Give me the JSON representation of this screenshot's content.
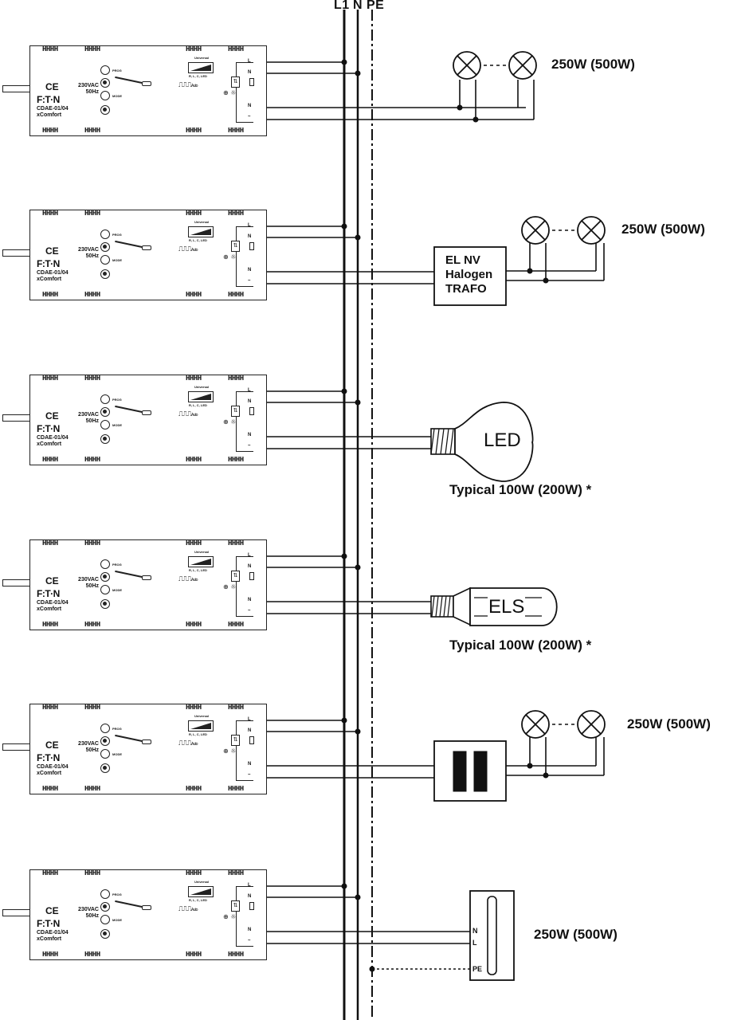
{
  "bus": {
    "l1": "L1",
    "n": "N",
    "pe": "PE"
  },
  "module": {
    "housing_code": "HHHH",
    "ce": "CE",
    "brand": "F:T·N",
    "model_line1": "CDAE-01/04",
    "model_line2": "xComfort",
    "voltage": "230VAC",
    "frequency": "50Hz",
    "btn_prog": "PROG",
    "btn_mode": "MODE",
    "universal": "Universal",
    "load_types": "R, L, C, LED",
    "waveform": "⎍⎍⎍",
    "auto": "Auto",
    "term_l": "L",
    "term_n": "N",
    "term_n_out": "N",
    "term_dim": "~",
    "triac": "⇅",
    "rotary": "⊕ ☼"
  },
  "circuits": [
    {
      "rating": "250W (500W)",
      "load": "incandescent"
    },
    {
      "rating": "250W (500W)",
      "load": "electronic transformer",
      "box": [
        "EL NV",
        "Halogen",
        "TRAFO"
      ]
    },
    {
      "rating": "Typical 100W (200W) *",
      "load": "LED",
      "lamp": "LED"
    },
    {
      "rating": "Typical 100W (200W) *",
      "load": "ELS",
      "lamp": "ELS"
    },
    {
      "rating": "250W (500W)",
      "load": "conventional transformer"
    },
    {
      "rating": "250W (500W)",
      "load": "fluorescent",
      "terminals": [
        "N",
        "L",
        "PE"
      ]
    }
  ]
}
